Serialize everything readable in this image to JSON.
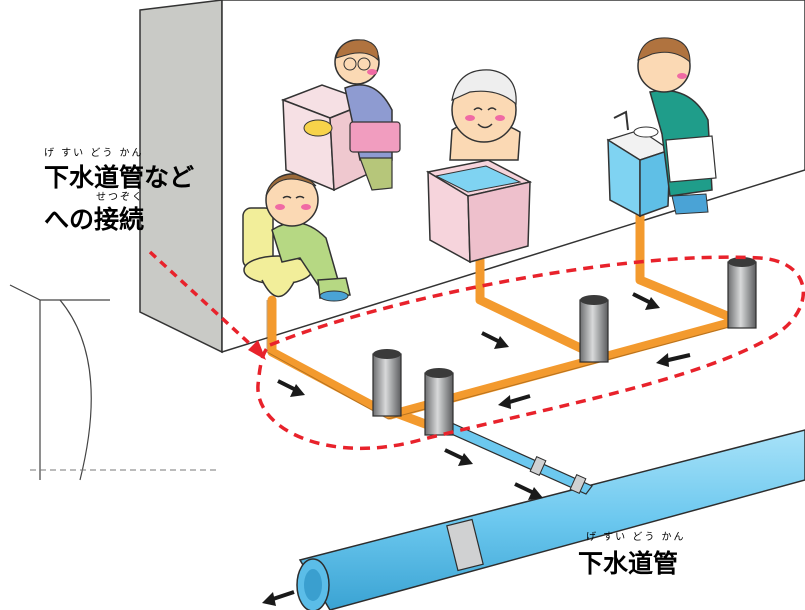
{
  "labels": {
    "connection": {
      "furigana_line1": "げ すい どう かん",
      "line1": "下水道管など",
      "furigana_line2": "せつぞく",
      "line2": "への接続"
    },
    "sewer_main": {
      "furigana": "げ すい どう かん",
      "text": "下水道管"
    }
  },
  "colors": {
    "private_drain_pipe": "#f39a2e",
    "sewer_pipe": "#6cc8ef",
    "highlight_dash": "#e8222b",
    "wall": "#ffffff",
    "wall_side": "#c9cac6",
    "basin_water": "#7fd3f2"
  },
  "icons": [
    "toilet",
    "washing-machine",
    "bath",
    "kitchen-sink",
    "inspection-basin",
    "flow-arrow"
  ]
}
